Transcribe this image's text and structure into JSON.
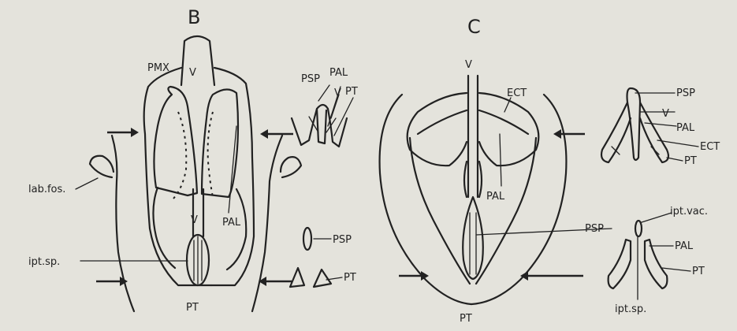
{
  "panels": {
    "b": {
      "letter": "B",
      "labels": {
        "pmx": "PMX",
        "v_top": "V",
        "v_mid": "V",
        "pal": "PAL",
        "lab_fos": "lab.fos.",
        "ipt_sp": "ipt.sp.",
        "pt": "PT"
      },
      "inset_top": {
        "psp": "PSP",
        "pal": "PAL",
        "v": "V",
        "pt": "PT"
      },
      "inset_bottom": {
        "psp": "PSP",
        "pt": "PT"
      }
    },
    "c": {
      "letter": "C",
      "labels": {
        "v": "V",
        "ect": "ECT",
        "pal": "PAL",
        "psp": "PSP",
        "pt": "PT"
      },
      "inset_top": {
        "psp": "PSP",
        "v": "V",
        "pal": "PAL",
        "ect": "ECT",
        "pt": "PT"
      },
      "inset_bottom": {
        "ipt_vac": "ipt.vac.",
        "pal": "PAL",
        "pt": "PT",
        "ipt_sp": "ipt.sp."
      }
    }
  }
}
